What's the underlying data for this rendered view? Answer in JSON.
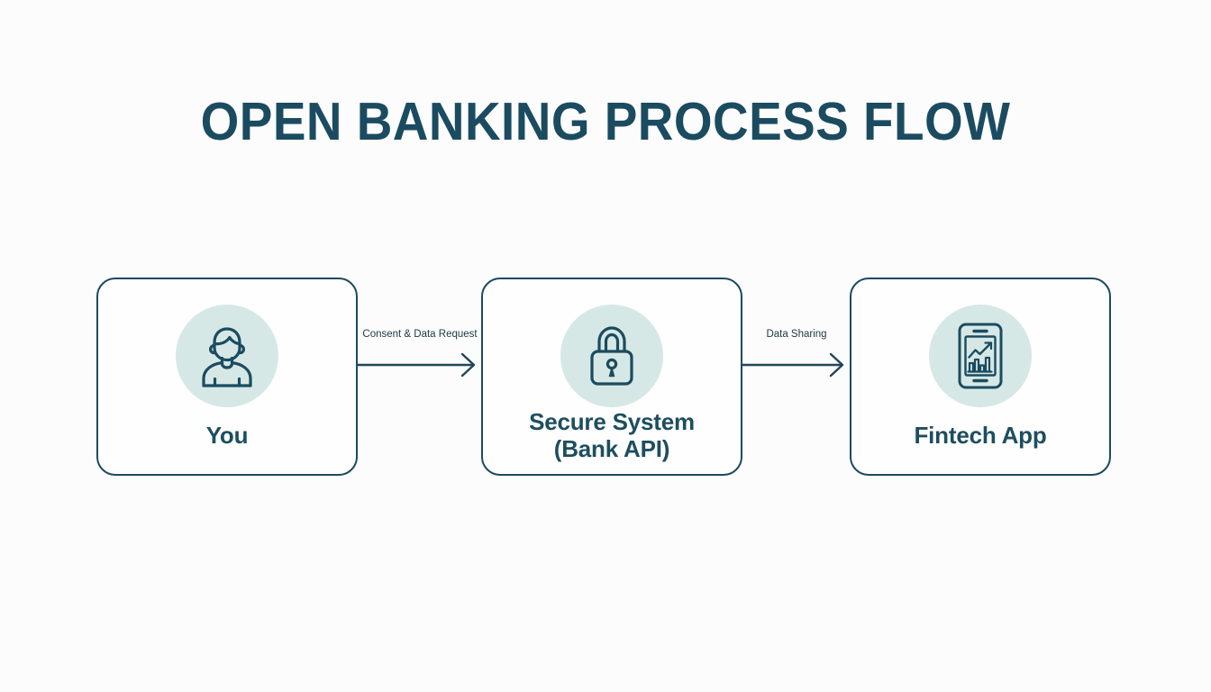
{
  "page": {
    "title": "OPEN BANKING PROCESS FLOW",
    "background_color": "#fcfcfc",
    "accent_color": "#1b4b60",
    "icon_circle_color": "#d6e8e5",
    "label_color": "#1d4e5f"
  },
  "flow": {
    "nodes": [
      {
        "id": "you",
        "label": "You",
        "icon": "person-icon"
      },
      {
        "id": "secure-system",
        "label_line1": "Secure System",
        "label_line2": "(Bank API)",
        "icon": "lock-icon"
      },
      {
        "id": "fintech-app",
        "label": "Fintech App",
        "icon": "mobile-chart-icon"
      }
    ],
    "connectors": [
      {
        "id": "consent-data-request",
        "label": "Consent & Data Request",
        "icon": "arrow-right-icon"
      },
      {
        "id": "data-sharing",
        "label": "Data Sharing",
        "icon": "arrow-right-icon"
      }
    ]
  }
}
